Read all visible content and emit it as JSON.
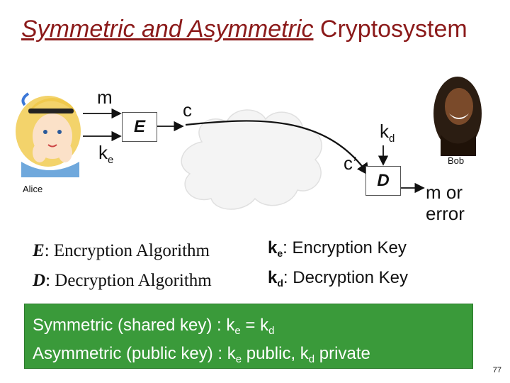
{
  "title": {
    "underlined": "Symmetric and Asymmetric",
    "rest": " Cryptosystem"
  },
  "diagram": {
    "m_in": "m",
    "ke": {
      "base": "k",
      "sub": "e"
    },
    "enc_box": "E",
    "c_out": "c",
    "kd": {
      "base": "k",
      "sub": "d"
    },
    "c_prime": "c’",
    "dec_box": "D",
    "output_line1": "m or",
    "output_line2": "error",
    "alice_label": "Alice",
    "bob_label": "Bob"
  },
  "legend": {
    "e_sym": "E",
    "e_text": ": Encryption Algorithm",
    "d_sym": "D",
    "d_text": ": Decryption Algorithm",
    "ke_base": "k",
    "ke_sub": "e",
    "ke_text": ": Encryption Key",
    "kd_base": "k",
    "kd_sub": "d",
    "kd_text": ": Decryption Key"
  },
  "summary": {
    "line1_a": "Symmetric (shared key) : k",
    "line1_sub1": "e",
    "line1_b": " = k",
    "line1_sub2": "d",
    "line2_a": "Asymmetric (public key) : k",
    "line2_sub1": "e",
    "line2_b": " public, k",
    "line2_sub2": "d",
    "line2_c": " private"
  },
  "page_number": "77",
  "colors": {
    "title": "#8b1a1a",
    "summary_bg": "#3a9a3a",
    "summary_text": "#ffffff"
  }
}
